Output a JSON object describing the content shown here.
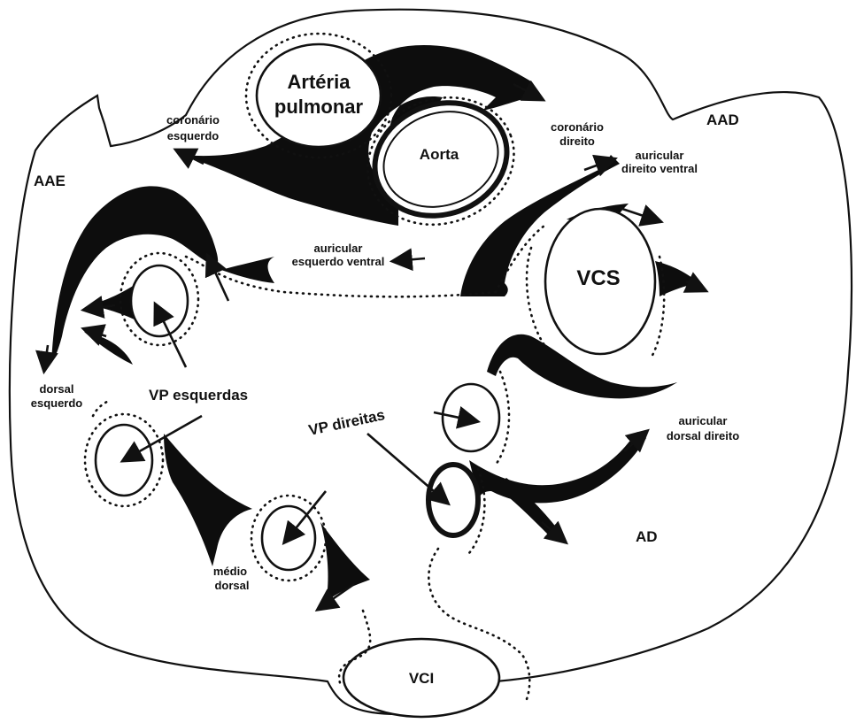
{
  "labels": {
    "arteria_pulmonar_1": "Artéria",
    "arteria_pulmonar_2": "pulmonar",
    "aorta": "Aorta",
    "coronario_esquerdo_1": "coronário",
    "coronario_esquerdo_2": "esquerdo",
    "coronario_direito_1": "coronário",
    "coronario_direito_2": "direito",
    "aad": "AAD",
    "aae": "AAE",
    "auricular_direito_ventral_1": "auricular",
    "auricular_direito_ventral_2": "direito ventral",
    "auricular_esquerdo_ventral_1": "auricular",
    "auricular_esquerdo_ventral_2": "esquerdo ventral",
    "vcs": "VCS",
    "dorsal_esquerdo_1": "dorsal",
    "dorsal_esquerdo_2": "esquerdo",
    "vp_esquerdas": "VP esquerdas",
    "vp_direitas": "VP direitas",
    "auricular_dorsal_direito_1": "auricular",
    "auricular_dorsal_direito_2": "dorsal direito",
    "ad": "AD",
    "medio_dorsal_1": "médio",
    "medio_dorsal_2": "dorsal",
    "vci": "VCI"
  }
}
